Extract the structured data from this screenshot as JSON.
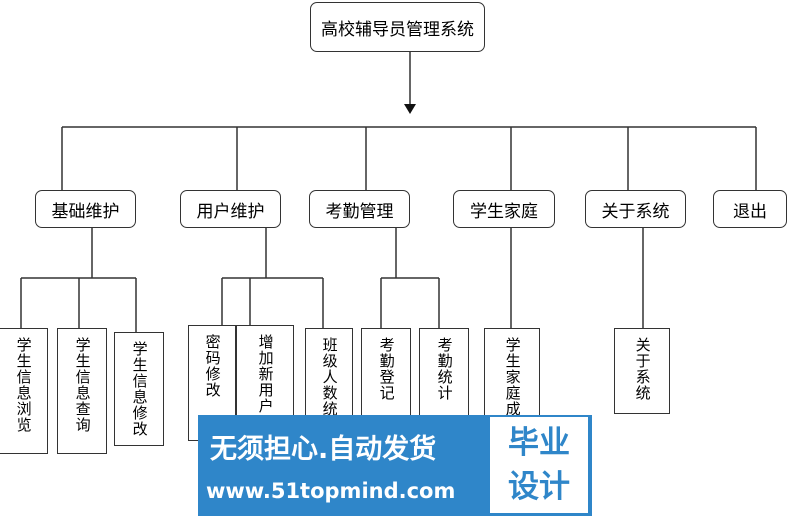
{
  "root": {
    "label": "高校辅导员管理系统"
  },
  "modules": [
    {
      "label": "基础维护",
      "children": [
        "学生信息浏览",
        "学生信息查询",
        "学生信息修改"
      ]
    },
    {
      "label": "用户维护",
      "children": [
        "密码修改",
        "增加新用户",
        "班级人数统计"
      ]
    },
    {
      "label": "考勤管理",
      "children": [
        "考勤登记",
        "考勤统计"
      ]
    },
    {
      "label": "学生家庭",
      "children": [
        "学生家庭成员"
      ]
    },
    {
      "label": "关于系统",
      "children": [
        "关于系统"
      ]
    },
    {
      "label": "退出",
      "children": []
    }
  ],
  "watermark": {
    "slogan": "无须担心.自动发货",
    "url": "www.51topmind.com",
    "badge_line1": "毕业",
    "badge_line2": "设计"
  },
  "colors": {
    "line": "#333333",
    "watermark_bg": "#2f86c9",
    "watermark_text": "#ffffff"
  }
}
